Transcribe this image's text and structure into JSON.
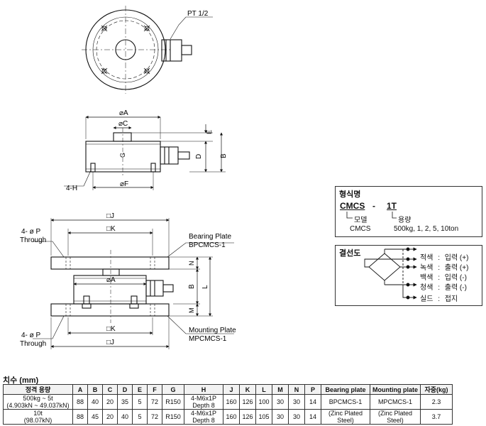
{
  "top_view": {
    "thread_label": "PT 1/2"
  },
  "side_view": {
    "dim_a": "⌀A",
    "dim_c": "⌀C",
    "dim_e": "E",
    "dim_d": "D",
    "dim_b": "B",
    "dim_g": "G",
    "dim_f": "⌀F",
    "dim_h": "4-H"
  },
  "assembly_view": {
    "dim_j_top": "□J",
    "dim_k_top": "□K",
    "dim_a": "⌀A",
    "dim_k_bot": "□K",
    "dim_j_bot": "□J",
    "dim_n": "N",
    "dim_b": "B",
    "dim_m": "M",
    "dim_l": "L",
    "through_top_1": "4- ø P",
    "through_top_2": "Through",
    "through_bot_1": "4- ø P",
    "through_bot_2": "Through",
    "bearing_plate_1": "Bearing Plate",
    "bearing_plate_2": "BPCMCS-1",
    "mounting_plate_1": "Mounting Plate",
    "mounting_plate_2": "MPCMCS-1"
  },
  "type_box": {
    "title": "형식명",
    "model": "CMCS",
    "dash": "-",
    "capacity_code": "1T",
    "model_label": "모델",
    "capacity_label": "용량",
    "model_value": "CMCS",
    "capacity_value": "500kg, 1, 2, 5, 10ton"
  },
  "wire_box": {
    "title": "결선도",
    "rows": [
      {
        "color": "적색",
        "sep": ":",
        "signal": "입력 (+)"
      },
      {
        "color": "녹색",
        "sep": ":",
        "signal": "출력 (+)"
      },
      {
        "color": "백색",
        "sep": ":",
        "signal": "입력 (-)"
      },
      {
        "color": "청색",
        "sep": ":",
        "signal": "출력 (-)"
      },
      {
        "color": "실드",
        "sep": ":",
        "signal": "접지"
      }
    ]
  },
  "dimensions": {
    "title": "치수 (mm)",
    "headers": [
      "정격 용량",
      "A",
      "B",
      "C",
      "D",
      "E",
      "F",
      "G",
      "H",
      "J",
      "K",
      "L",
      "M",
      "N",
      "P",
      "Bearing plate",
      "Mounting plate",
      "자중(kg)"
    ],
    "rows": [
      {
        "cap1": "500kg ~ 5t",
        "cap2": "(4.903kN ~ 49.037kN)",
        "A": "88",
        "B": "40",
        "C": "20",
        "D": "35",
        "E": "5",
        "F": "72",
        "G": "R150",
        "H1": "4-M6x1P",
        "H2": "Depth 8",
        "J": "160",
        "K": "126",
        "L": "100",
        "M": "30",
        "N": "30",
        "P": "14",
        "bp": "BPCMCS-1",
        "mp": "MPCMCS-1",
        "w": "2.3"
      },
      {
        "cap1": "10t",
        "cap2": "(98.07kN)",
        "A": "88",
        "B": "45",
        "C": "20",
        "D": "40",
        "E": "5",
        "F": "72",
        "G": "R150",
        "H1": "4-M6x1P",
        "H2": "Depth 8",
        "J": "160",
        "K": "126",
        "L": "105",
        "M": "30",
        "N": "30",
        "P": "14",
        "bp": "(Zinc Plated Steel)",
        "mp": "(Zinc Plated Steel)",
        "w": "3.7"
      }
    ]
  }
}
